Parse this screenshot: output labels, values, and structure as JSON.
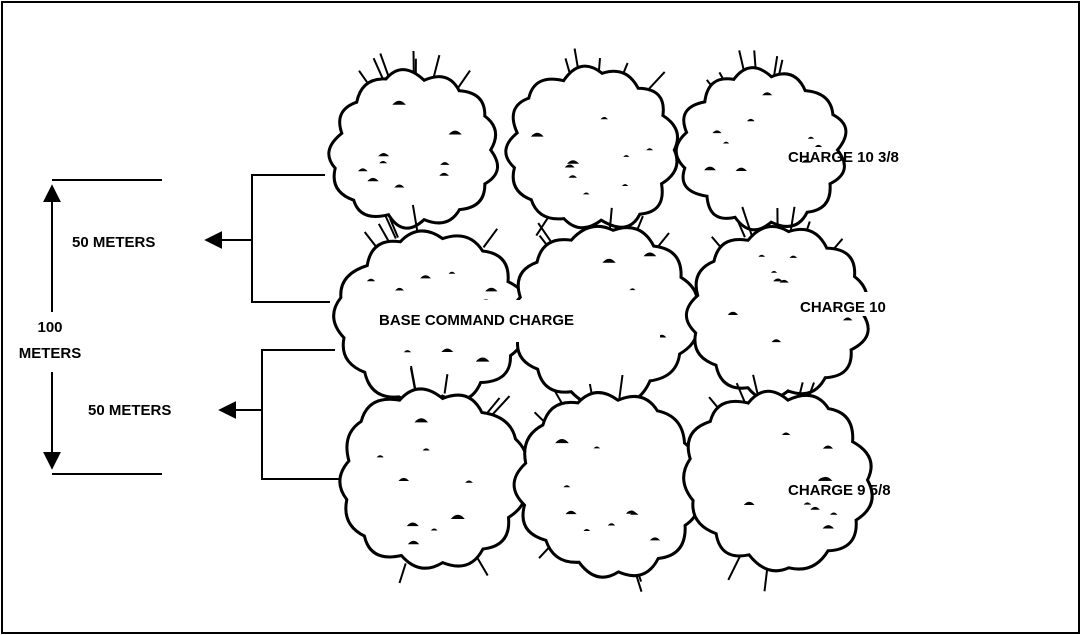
{
  "labels": {
    "upper_distance": "50 METERS",
    "lower_distance": "50 METERS",
    "total_distance_line1": "100",
    "total_distance_line2": "METERS",
    "base_charge": "BASE COMMAND CHARGE",
    "top_charge": "CHARGE 10 3/8",
    "middle_charge": "CHARGE 10",
    "bottom_charge": "CHARGE 9 5/8"
  },
  "colors": {
    "ink": "#000000",
    "paper": "#ffffff"
  }
}
